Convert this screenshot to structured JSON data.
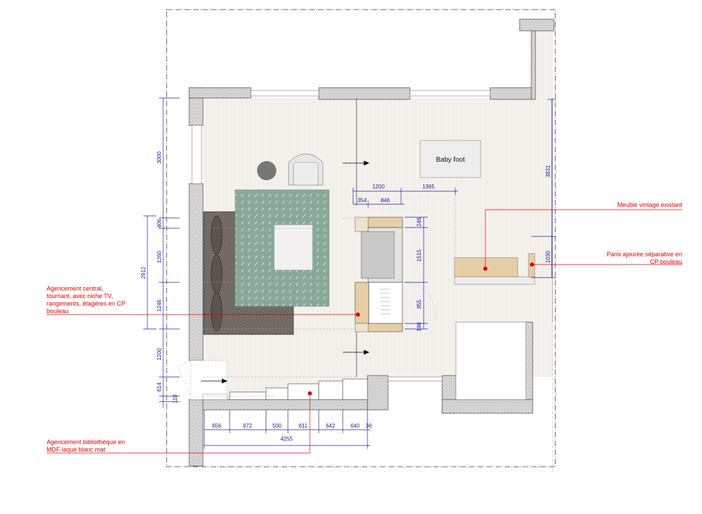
{
  "colors": {
    "wall": "#cfcfcf",
    "floor": "#f4f1ec",
    "rug": "#8aa89a",
    "sofa": "#6d6560",
    "wood": "#e6cfa7",
    "dimension": "#1a1aa6",
    "annotation": "#e00000"
  },
  "labels": {
    "baby_foot": "Baby foot"
  },
  "annotations": {
    "meuble_vintage": "Meuble vintage existant",
    "paroi_line1": "Paroi ajourée séparative en",
    "paroi_line2": "CP bouleau",
    "central_line1": "Agencement central,",
    "central_line2": "tournant, avec niche TV,",
    "central_line3": "rangements, étagères en CP",
    "central_line4": "bouleau",
    "biblio_line1": "Agencement bibliothèque en",
    "biblio_line2": "MDF laqué blanc mat"
  },
  "dimensions": {
    "v_3000": "3000",
    "v_406": "406",
    "v_1260": "1260",
    "v_2912": "2912",
    "v_1246": "1246",
    "v_1200": "1200",
    "v_614": "614",
    "v_110": "110",
    "v_3831": "3831",
    "v_1030": "1030",
    "v_246": "246",
    "v_1515": "1515",
    "v_955": "955",
    "v_196": "196",
    "h_1200": "1200",
    "h_1365": "1365",
    "h_354": "354",
    "h_846": "846",
    "h_656": "656",
    "h_972": "972",
    "h_500": "500",
    "h_811": "811",
    "h_642": "642",
    "h_640": "640",
    "h_36": "36",
    "h_4255": "4255"
  }
}
